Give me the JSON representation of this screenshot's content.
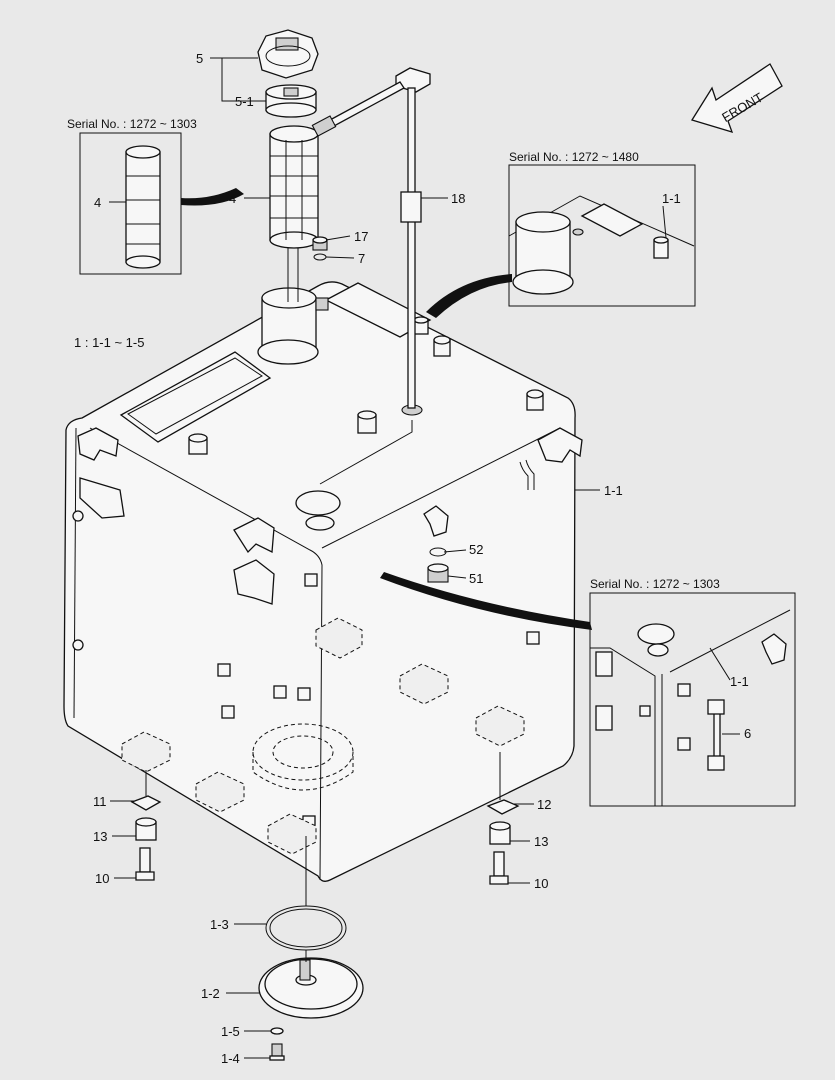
{
  "front_label": "FRONT",
  "scope_note": "1 : 1-1 ~ 1-5",
  "insets": [
    {
      "serial": "Serial No. : 1272 ~ 1303"
    },
    {
      "serial": "Serial No. : 1272 ~ 1480"
    },
    {
      "serial": "Serial No. : 1272 ~ 1303"
    }
  ],
  "callouts": {
    "p5": "5",
    "p5_1": "5-1",
    "p4_inset": "4",
    "p4": "4",
    "p18": "18",
    "p17": "17",
    "p7": "7",
    "p1_1_inset_top": "1-1",
    "p1_1": "1-1",
    "p52": "52",
    "p51": "51",
    "p1_1_inset_right": "1-1",
    "p6": "6",
    "p11": "11",
    "p13_left": "13",
    "p10_left": "10",
    "p12": "12",
    "p13_right": "13",
    "p10_right": "10",
    "p1_3": "1-3",
    "p1_2": "1-2",
    "p1_5": "1-5",
    "p1_4": "1-4"
  }
}
